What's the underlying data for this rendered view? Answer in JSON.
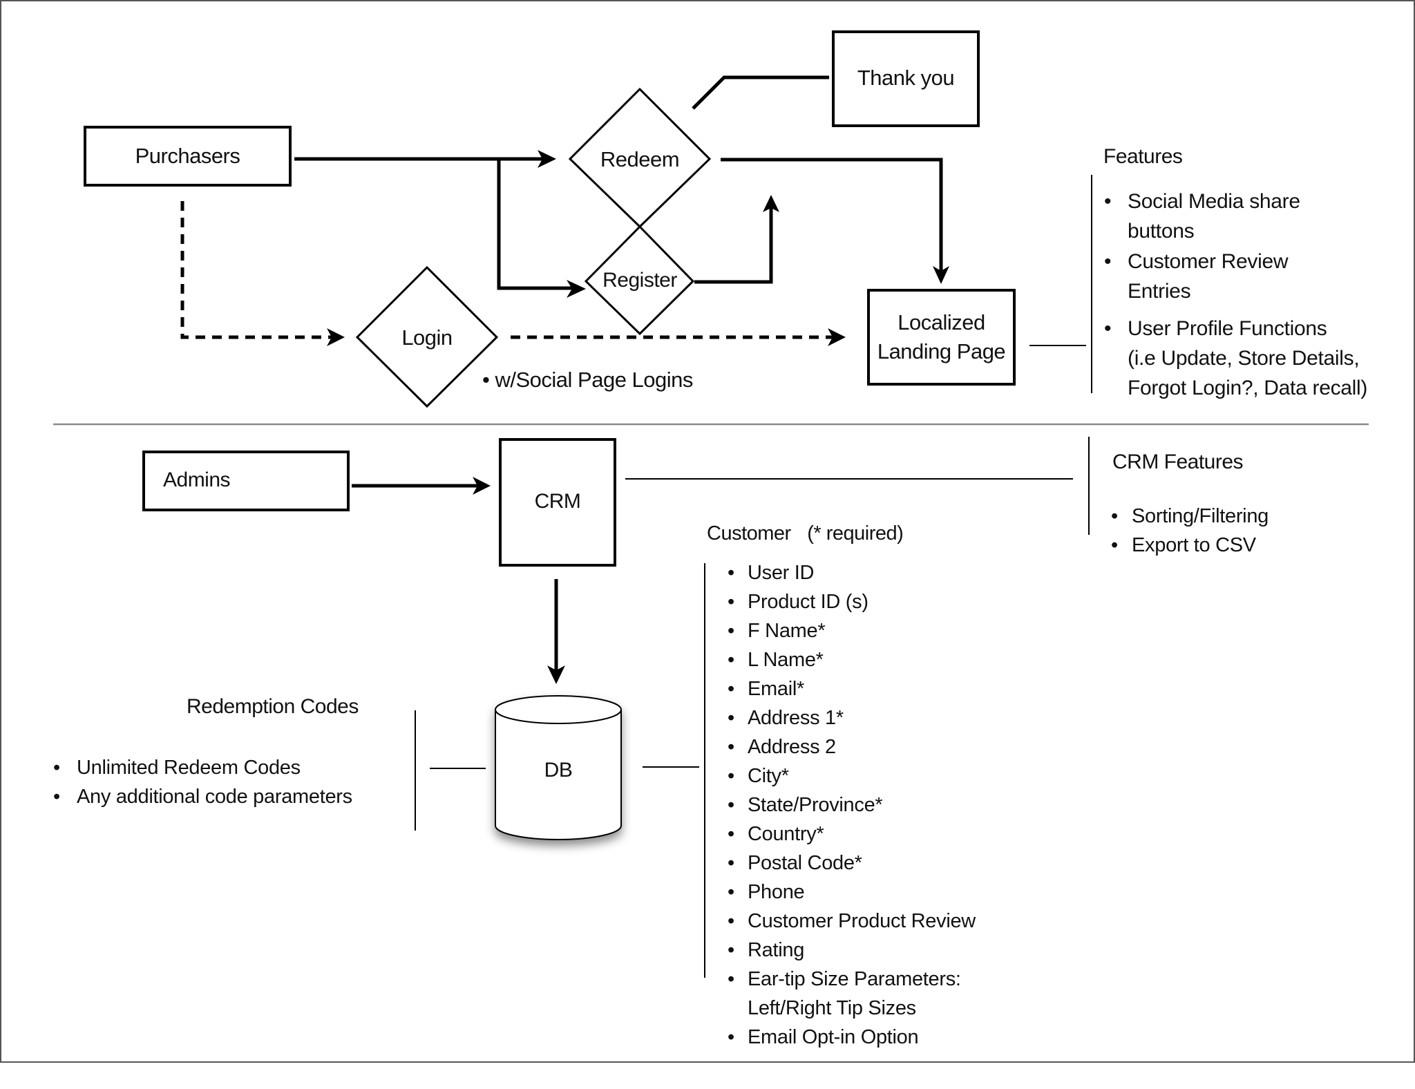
{
  "diagram": {
    "purchaser_flow": {
      "purchasers": "Purchasers",
      "redeem": "Redeem",
      "register": "Register",
      "thank_you": "Thank you",
      "login": "Login",
      "login_note": "w/Social Page Logins",
      "landing_page": [
        "Localized",
        "Landing Page"
      ]
    },
    "features": {
      "title": "Features",
      "items": [
        [
          "Social Media share",
          "buttons"
        ],
        [
          "Customer Review",
          "Entries"
        ],
        [
          "User Profile Functions",
          "(i.e Update, Store Details,",
          "Forgot Login?, Data recall)"
        ]
      ]
    },
    "admin_flow": {
      "admins": "Admins",
      "crm": "CRM",
      "db": "DB"
    },
    "crm_features": {
      "title": "CRM Features",
      "items": [
        "Sorting/Filtering",
        "Export to CSV"
      ]
    },
    "redemption_codes": {
      "title": "Redemption Codes",
      "items": [
        "Unlimited Redeem Codes",
        "Any additional code parameters"
      ]
    },
    "customer": {
      "title": "Customer",
      "note": "(* required)",
      "fields": [
        [
          "User ID"
        ],
        [
          "Product ID (s)"
        ],
        [
          "F Name*"
        ],
        [
          "L Name*"
        ],
        [
          "Email*"
        ],
        [
          "Address 1*"
        ],
        [
          "Address 2"
        ],
        [
          "City*"
        ],
        [
          "State/Province*"
        ],
        [
          "Country*"
        ],
        [
          "Postal Code*"
        ],
        [
          "Phone"
        ],
        [
          "Customer Product Review"
        ],
        [
          "Rating"
        ],
        [
          "Ear-tip Size Parameters:",
          "Left/Right Tip Sizes"
        ],
        [
          "Email Opt-in Option"
        ]
      ]
    },
    "bullet_glyph": "•",
    "colors": {
      "stroke": "#000000",
      "frame": "#555555",
      "divider": "#8a8a8a"
    }
  }
}
